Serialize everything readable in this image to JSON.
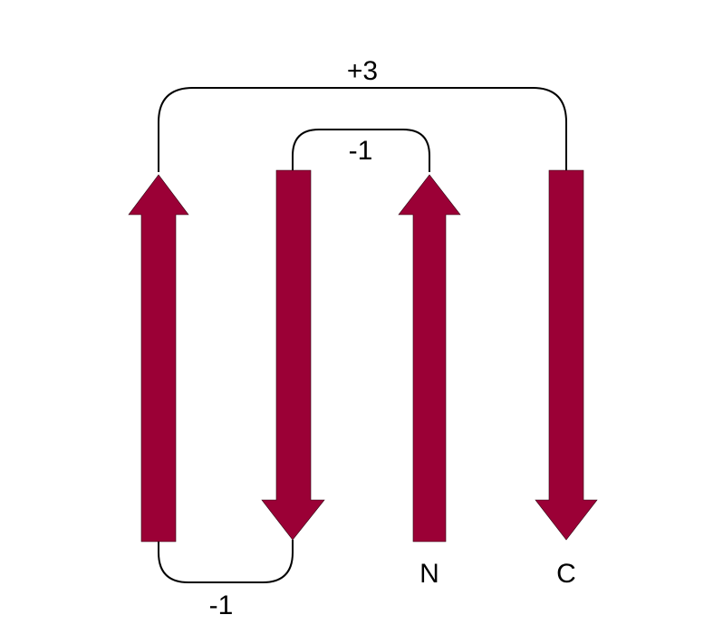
{
  "diagram": {
    "strand_color": "#9b0036",
    "connector_color": "#000000",
    "strands": [
      {
        "name": "strand-1",
        "direction": "up"
      },
      {
        "name": "strand-2",
        "direction": "down"
      },
      {
        "name": "strand-3",
        "direction": "up",
        "terminus": "N"
      },
      {
        "name": "strand-4",
        "direction": "down",
        "terminus": "C"
      }
    ],
    "connections": [
      {
        "name": "connection-strand3-strand2",
        "from": "strand-3",
        "to": "strand-2",
        "label": "-1"
      },
      {
        "name": "connection-strand2-strand1",
        "from": "strand-2",
        "to": "strand-1",
        "label": "-1"
      },
      {
        "name": "connection-strand1-strand4",
        "from": "strand-1",
        "to": "strand-4",
        "label": "+3"
      }
    ],
    "termini": {
      "n": "N",
      "c": "C"
    }
  }
}
